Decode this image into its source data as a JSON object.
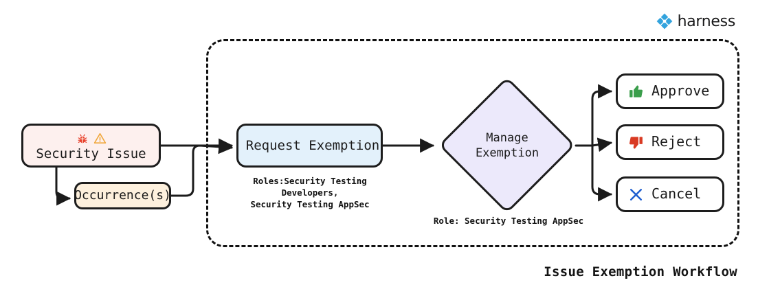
{
  "brand": {
    "name": "harness",
    "logo_icon": "harness-logo-icon",
    "accent_color": "#33a3dd"
  },
  "diagram": {
    "title": "Issue Exemption Workflow",
    "group_container": {
      "name": "exemption-workflow-group",
      "border_style": "dashed",
      "border_color": "#111111"
    }
  },
  "nodes": {
    "security_issue": {
      "label": "Security Issue",
      "icons": [
        "bug-icon",
        "warning-triangle-icon"
      ],
      "bug_glyph": "🐞",
      "warning_glyph": "⚠",
      "fill": "#fdf0ee"
    },
    "occurrences": {
      "label": "Occurrence(s)",
      "fill": "#fdf0dd"
    },
    "request_exemption": {
      "label": "Request Exemption",
      "icon": "eye-off-icon",
      "fill": "#e3f1fb",
      "icon_color": "#2b7fd4",
      "caption": "Roles:Security Testing Developers,\nSecurity Testing AppSec"
    },
    "manage_exemption": {
      "label": "Manage\nExemption",
      "shape": "diamond",
      "fill": "#ece9fb",
      "caption": "Role: Security Testing AppSec"
    }
  },
  "outcomes": [
    {
      "label": "Approve",
      "icon": "thumbs-up-icon",
      "icon_color": "#3a9e4b"
    },
    {
      "label": "Reject",
      "icon": "thumbs-down-icon",
      "icon_color": "#d93a23"
    },
    {
      "label": "Cancel",
      "icon": "close-x-icon",
      "icon_color": "#1f5fd0"
    }
  ]
}
